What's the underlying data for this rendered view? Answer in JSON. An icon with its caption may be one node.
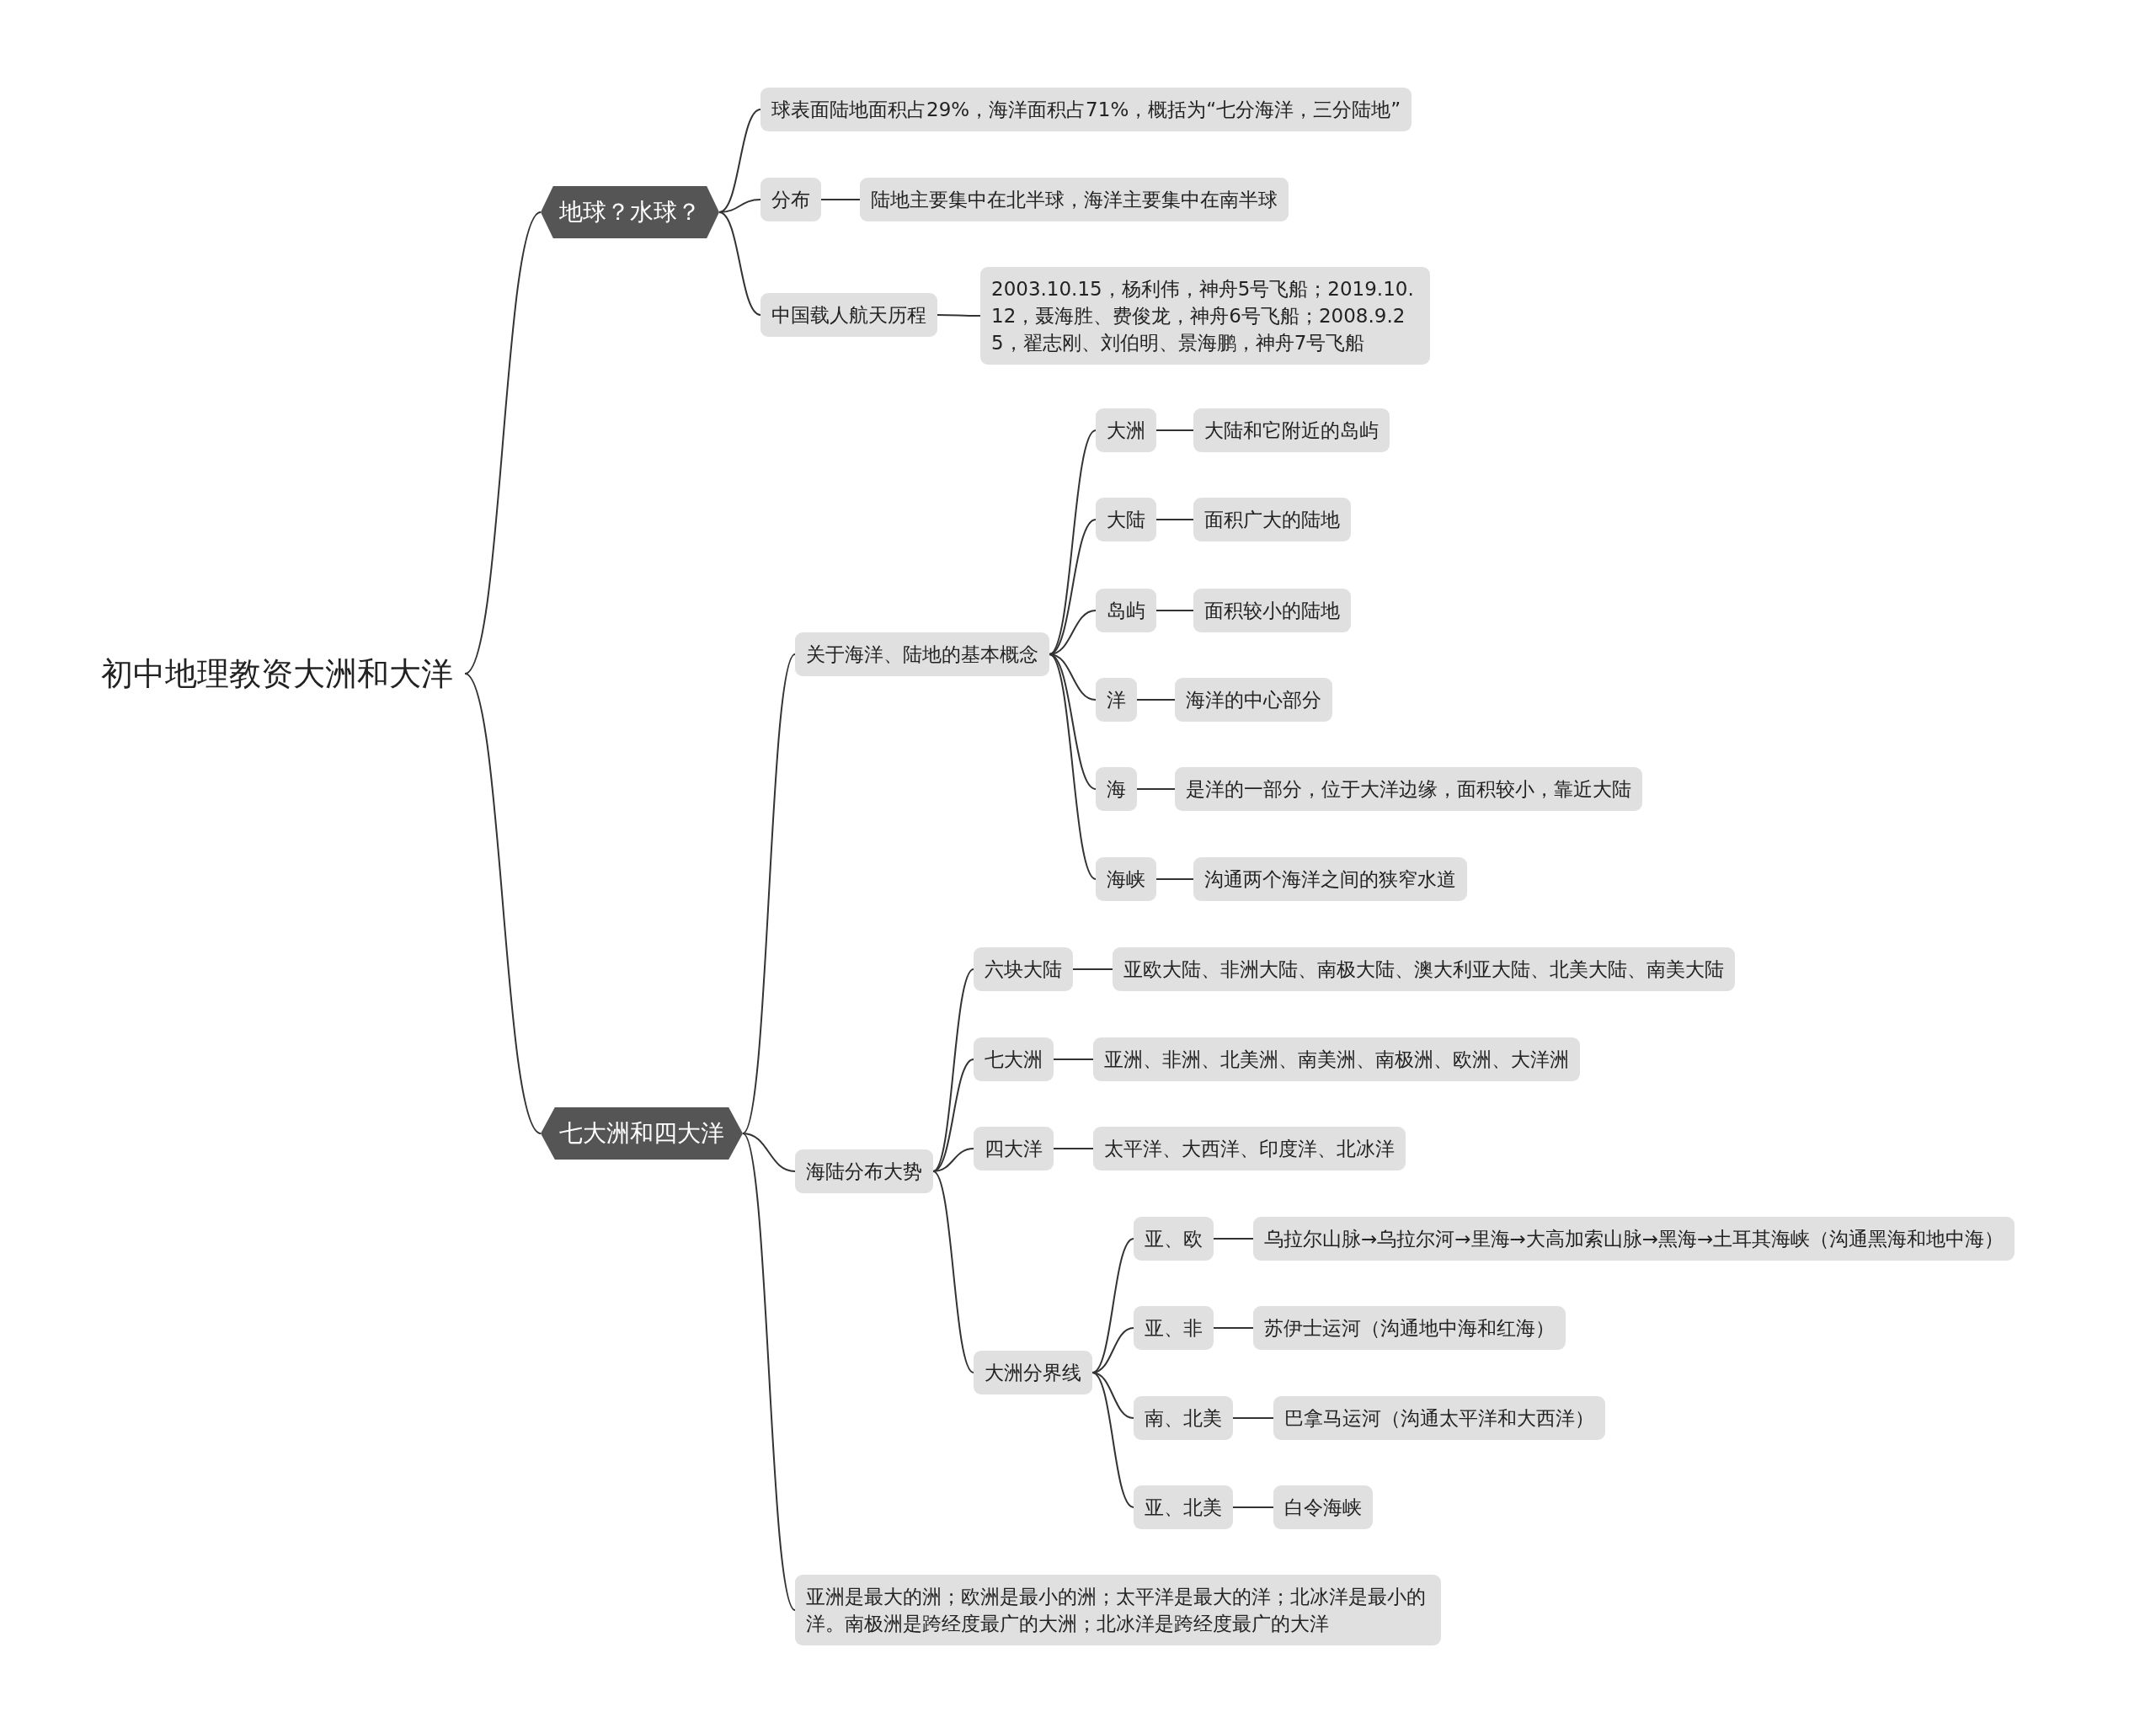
{
  "diagram": {
    "nodes": [
      {
        "text": [
          "初中地理教资大洲和大洋"
        ]
      },
      {
        "text": [
          "地球？水球？"
        ]
      },
      {
        "text": [
          "球表面陆地面积占29%，海洋面积占71%，概括为“七分海洋，三分陆地”"
        ]
      },
      {
        "text": [
          "分布"
        ]
      },
      {
        "text": [
          "陆地主要集中在北半球，海洋主要集中在南半球"
        ]
      },
      {
        "text": [
          "中国载人航天历程"
        ]
      },
      {
        "text": [
          "2003.10.15，杨利伟，神舟5号飞船；2019.10.12，聂海胜、费俊龙，神舟6号飞船；2008.9.25，翟志刚、刘伯明、景海鹏，神舟7号飞船"
        ]
      },
      {
        "text": [
          "七大洲和四大洋"
        ]
      },
      {
        "text": [
          "关于海洋、陆地的基本概念"
        ]
      },
      {
        "text": [
          "大洲"
        ]
      },
      {
        "text": [
          "大陆和它附近的岛屿"
        ]
      },
      {
        "text": [
          "大陆"
        ]
      },
      {
        "text": [
          "面积广大的陆地"
        ]
      },
      {
        "text": [
          "岛屿"
        ]
      },
      {
        "text": [
          "面积较小的陆地"
        ]
      },
      {
        "text": [
          "洋"
        ]
      },
      {
        "text": [
          "海洋的中心部分"
        ]
      },
      {
        "text": [
          "海"
        ]
      },
      {
        "text": [
          "是洋的一部分，位于大洋边缘，面积较小，靠近大陆"
        ]
      },
      {
        "text": [
          "海峡"
        ]
      },
      {
        "text": [
          "沟通两个海洋之间的狭窄水道"
        ]
      },
      {
        "text": [
          "海陆分布大势"
        ]
      },
      {
        "text": [
          "六块大陆"
        ]
      },
      {
        "text": [
          "亚欧大陆、非洲大陆、南极大陆、澳大利亚大陆、北美大陆、南美大陆"
        ]
      },
      {
        "text": [
          "七大洲"
        ]
      },
      {
        "text": [
          "亚洲、非洲、北美洲、南美洲、南极洲、欧洲、大洋洲"
        ]
      },
      {
        "text": [
          "四大洋"
        ]
      },
      {
        "text": [
          "太平洋、大西洋、印度洋、北冰洋"
        ]
      },
      {
        "text": [
          "大洲分界线"
        ]
      },
      {
        "text": [
          "亚、欧"
        ]
      },
      {
        "text": [
          "乌拉尔山脉→乌拉尔河→里海→大高加索山脉→黑海→土耳其海峡（沟通黑海和地中海）"
        ]
      },
      {
        "text": [
          "亚、非"
        ]
      },
      {
        "text": [
          "苏伊士运河（沟通地中海和红海）"
        ]
      },
      {
        "text": [
          "南、北美"
        ]
      },
      {
        "text": [
          "巴拿马运河（沟通太平洋和大西洋）"
        ]
      },
      {
        "text": [
          "亚、北美"
        ]
      },
      {
        "text": [
          "白令海峡"
        ]
      },
      {
        "text": [
          "亚洲是最大的洲；欧洲是最小的洲；太平洋是最大的洋；北冰洋是最小的洋。南极洲是跨经度最广的大洲；北冰洋是跨经度最广的大洋"
        ]
      }
    ],
    "edges": [
      {
        "from": 0,
        "to": 1,
        "arrow": "none"
      },
      {
        "from": 0,
        "to": 7,
        "arrow": "none"
      },
      {
        "from": 1,
        "to": 2,
        "arrow": "none"
      },
      {
        "from": 1,
        "to": 3,
        "arrow": "none"
      },
      {
        "from": 1,
        "to": 5,
        "arrow": "none"
      },
      {
        "from": 3,
        "to": 4,
        "arrow": "none"
      },
      {
        "from": 5,
        "to": 6,
        "arrow": "none"
      },
      {
        "from": 7,
        "to": 8,
        "arrow": "none"
      },
      {
        "from": 7,
        "to": 21,
        "arrow": "none"
      },
      {
        "from": 7,
        "to": 37,
        "arrow": "none"
      },
      {
        "from": 8,
        "to": 9,
        "arrow": "none"
      },
      {
        "from": 8,
        "to": 11,
        "arrow": "none"
      },
      {
        "from": 8,
        "to": 13,
        "arrow": "none"
      },
      {
        "from": 8,
        "to": 15,
        "arrow": "none"
      },
      {
        "from": 8,
        "to": 17,
        "arrow": "none"
      },
      {
        "from": 8,
        "to": 19,
        "arrow": "none"
      },
      {
        "from": 9,
        "to": 10,
        "arrow": "none"
      },
      {
        "from": 11,
        "to": 12,
        "arrow": "none"
      },
      {
        "from": 13,
        "to": 14,
        "arrow": "none"
      },
      {
        "from": 15,
        "to": 16,
        "arrow": "none"
      },
      {
        "from": 17,
        "to": 18,
        "arrow": "none"
      },
      {
        "from": 19,
        "to": 20,
        "arrow": "none"
      },
      {
        "from": 21,
        "to": 22,
        "arrow": "none"
      },
      {
        "from": 21,
        "to": 24,
        "arrow": "none"
      },
      {
        "from": 21,
        "to": 26,
        "arrow": "none"
      },
      {
        "from": 21,
        "to": 28,
        "arrow": "none"
      },
      {
        "from": 22,
        "to": 23,
        "arrow": "none"
      },
      {
        "from": 24,
        "to": 25,
        "arrow": "none"
      },
      {
        "from": 26,
        "to": 27,
        "arrow": "none"
      },
      {
        "from": 28,
        "to": 29,
        "arrow": "none"
      },
      {
        "from": 28,
        "to": 31,
        "arrow": "none"
      },
      {
        "from": 28,
        "to": 33,
        "arrow": "none"
      },
      {
        "from": 28,
        "to": 35,
        "arrow": "none"
      },
      {
        "from": 29,
        "to": 30,
        "arrow": "none"
      },
      {
        "from": 31,
        "to": 32,
        "arrow": "none"
      },
      {
        "from": 33,
        "to": 34,
        "arrow": "none"
      },
      {
        "from": 35,
        "to": 36,
        "arrow": "none"
      }
    ]
  }
}
